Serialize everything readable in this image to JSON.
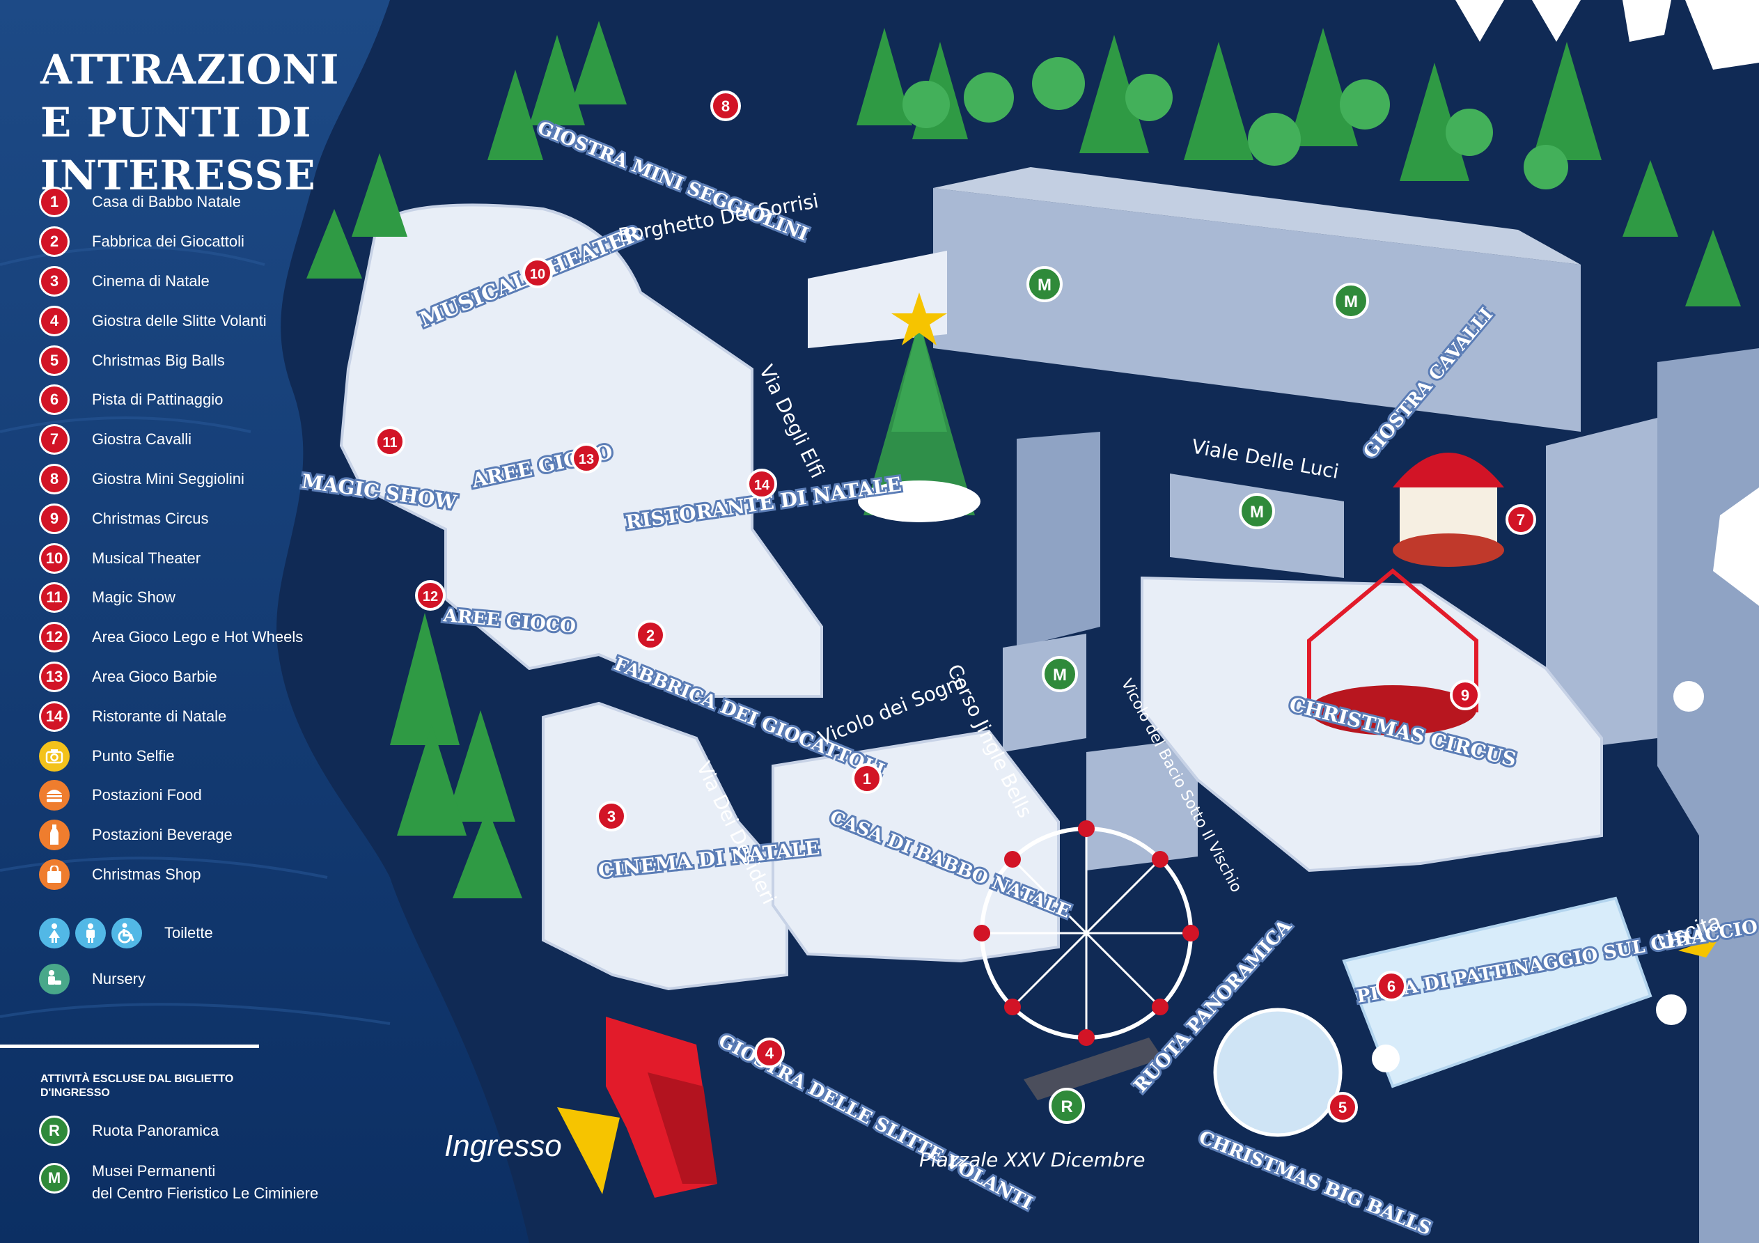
{
  "title_line1": "ATTRAZIONI",
  "title_line2": "E PUNTI DI INTERESSE",
  "legend": [
    {
      "num": "1",
      "label": "Casa di Babbo Natale"
    },
    {
      "num": "2",
      "label": "Fabbrica dei Giocattoli"
    },
    {
      "num": "3",
      "label": "Cinema di Natale"
    },
    {
      "num": "4",
      "label": "Giostra delle Slitte Volanti"
    },
    {
      "num": "5",
      "label": "Christmas Big Balls"
    },
    {
      "num": "6",
      "label": "Pista di Pattinaggio"
    },
    {
      "num": "7",
      "label": "Giostra Cavalli"
    },
    {
      "num": "8",
      "label": "Giostra Mini Seggiolini"
    },
    {
      "num": "9",
      "label": "Christmas Circus"
    },
    {
      "num": "10",
      "label": "Musical  Theater"
    },
    {
      "num": "11",
      "label": "Magic Show"
    },
    {
      "num": "12",
      "label": "Area Gioco Lego e Hot Wheels"
    },
    {
      "num": "13",
      "label": "Area Gioco Barbie"
    },
    {
      "num": "14",
      "label": "Ristorante di Natale"
    }
  ],
  "services": [
    {
      "icon": "camera-icon",
      "label": "Punto Selfie",
      "color": "#f3c21b"
    },
    {
      "icon": "burger-icon",
      "label": "Postazioni Food",
      "color": "#ef7d2e"
    },
    {
      "icon": "bottle-icon",
      "label": "Postazioni Beverage",
      "color": "#ef7d2e"
    },
    {
      "icon": "shopping-bag-icon",
      "label": "Christmas Shop",
      "color": "#ef7d2e"
    }
  ],
  "toilets_label": "Toilette",
  "nursery_label": "Nursery",
  "excluded_title": "ATTIVITÀ ESCLUSE DAL BIGLIETTO D'INGRESSO",
  "r_letter": "R",
  "r_label": "Ruota Panoramica",
  "m_letter": "M",
  "m_label_line1": "Musei Permanenti",
  "m_label_line2": "del Centro Fieristico Le Ciminiere",
  "colors": {
    "background": "#0f2a55",
    "badge_red": "#d21426",
    "badge_green": "#2f8a3a",
    "badge_yellow": "#f3c21b",
    "badge_orange": "#ef7d2e",
    "toilet_blue": "#52b8e6",
    "nursery_green": "#49a88a",
    "ingress_red": "#e21b2a",
    "arrow_yellow": "#f6c400"
  },
  "map": {
    "attraction_labels": {
      "musical_theater": "MUSICAL THEATER",
      "magic_show": "MAGIC SHOW",
      "aree_gioco_a": "AREE GIOCO",
      "aree_gioco_b": "AREE GIOCO",
      "ristorante": "RISTORANTE DI NATALE",
      "fabbrica": "FABBRICA DEI GIOCATTOLI",
      "cinema": "CINEMA DI NATALE",
      "casa": "CASA DI BABBO NATALE",
      "giostra_mini": "GIOSTRA MINI SEGGIOLINI",
      "giostra_cavalli": "GIOSTRA CAVALLI",
      "circus": "CHRISTMAS CIRCUS",
      "pista": "PISTA DI PATTINAGGIO SUL GHIACCIO",
      "big_balls": "CHRISTMAS BIG BALLS",
      "ruota": "RUOTA PANORAMICA",
      "slitte": "GIOSTRA DELLE SLITTE VOLANTI"
    },
    "streets": {
      "borghetto": "Borghetto Dei Sorrisi",
      "elfi": "Via Degli Elfi",
      "luci": "Viale Delle Luci",
      "sogni": "Vicolo dei Sogni",
      "jingle": "Corso Jingle Bells",
      "bacio": "Vicolo del Bacio Sotto Il Vischio",
      "desideri": "Via Dei Desideri",
      "piazzale": "Piazzale XXV Dicembre"
    },
    "ingresso": "Ingresso",
    "uscita": "Uscita",
    "m_marker": "M",
    "r_marker": "R",
    "pins": [
      "1",
      "2",
      "3",
      "4",
      "5",
      "6",
      "7",
      "8",
      "9",
      "10",
      "11",
      "12",
      "13",
      "14"
    ]
  }
}
